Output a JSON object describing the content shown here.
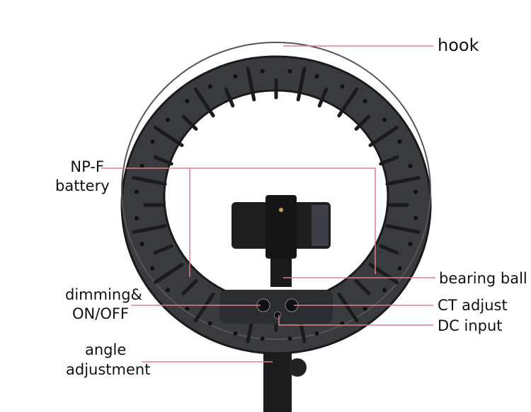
{
  "labels": {
    "hook": "hook",
    "battery_line1": "NP-F",
    "battery_line2": "battery",
    "bearing_ball": "bearing ball",
    "dimming_line1": "dimming&",
    "dimming_line2": "ON/OFF",
    "ct_adjust": "CT adjust",
    "dc_input": "DC input",
    "angle_line1": "angle",
    "angle_line2": "adjustment"
  },
  "colors": {
    "leader_line": "#e27d8e",
    "ring": "#3a3b3f"
  }
}
